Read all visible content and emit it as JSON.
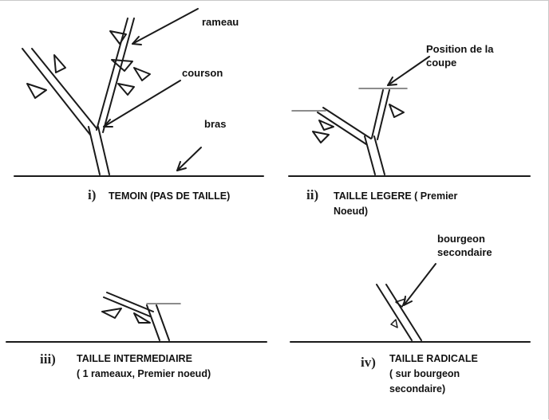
{
  "labels": {
    "rameau": "rameau",
    "courson": "courson",
    "bras": "bras",
    "position": "Position de la\ncoupe",
    "bourgeon": "bourgeon\nsecondaire"
  },
  "panels": [
    {
      "numeral": "i)",
      "caption": "TEMOIN (PAS DE TAILLE)"
    },
    {
      "numeral": "ii)",
      "caption": "TAILLE LEGERE ( Premier\nNoeud)"
    },
    {
      "numeral": "iii)",
      "caption": "TAILLE INTERMEDIAIRE\n( 1 rameaux, Premier noeud)"
    },
    {
      "numeral": "iv)",
      "caption": "TAILLE RADICALE\n( sur bourgeon\nsecondaire)"
    }
  ],
  "colors": {
    "stroke": "#1a1a1a",
    "text": "#111111",
    "frame": "#c8c8c8"
  }
}
